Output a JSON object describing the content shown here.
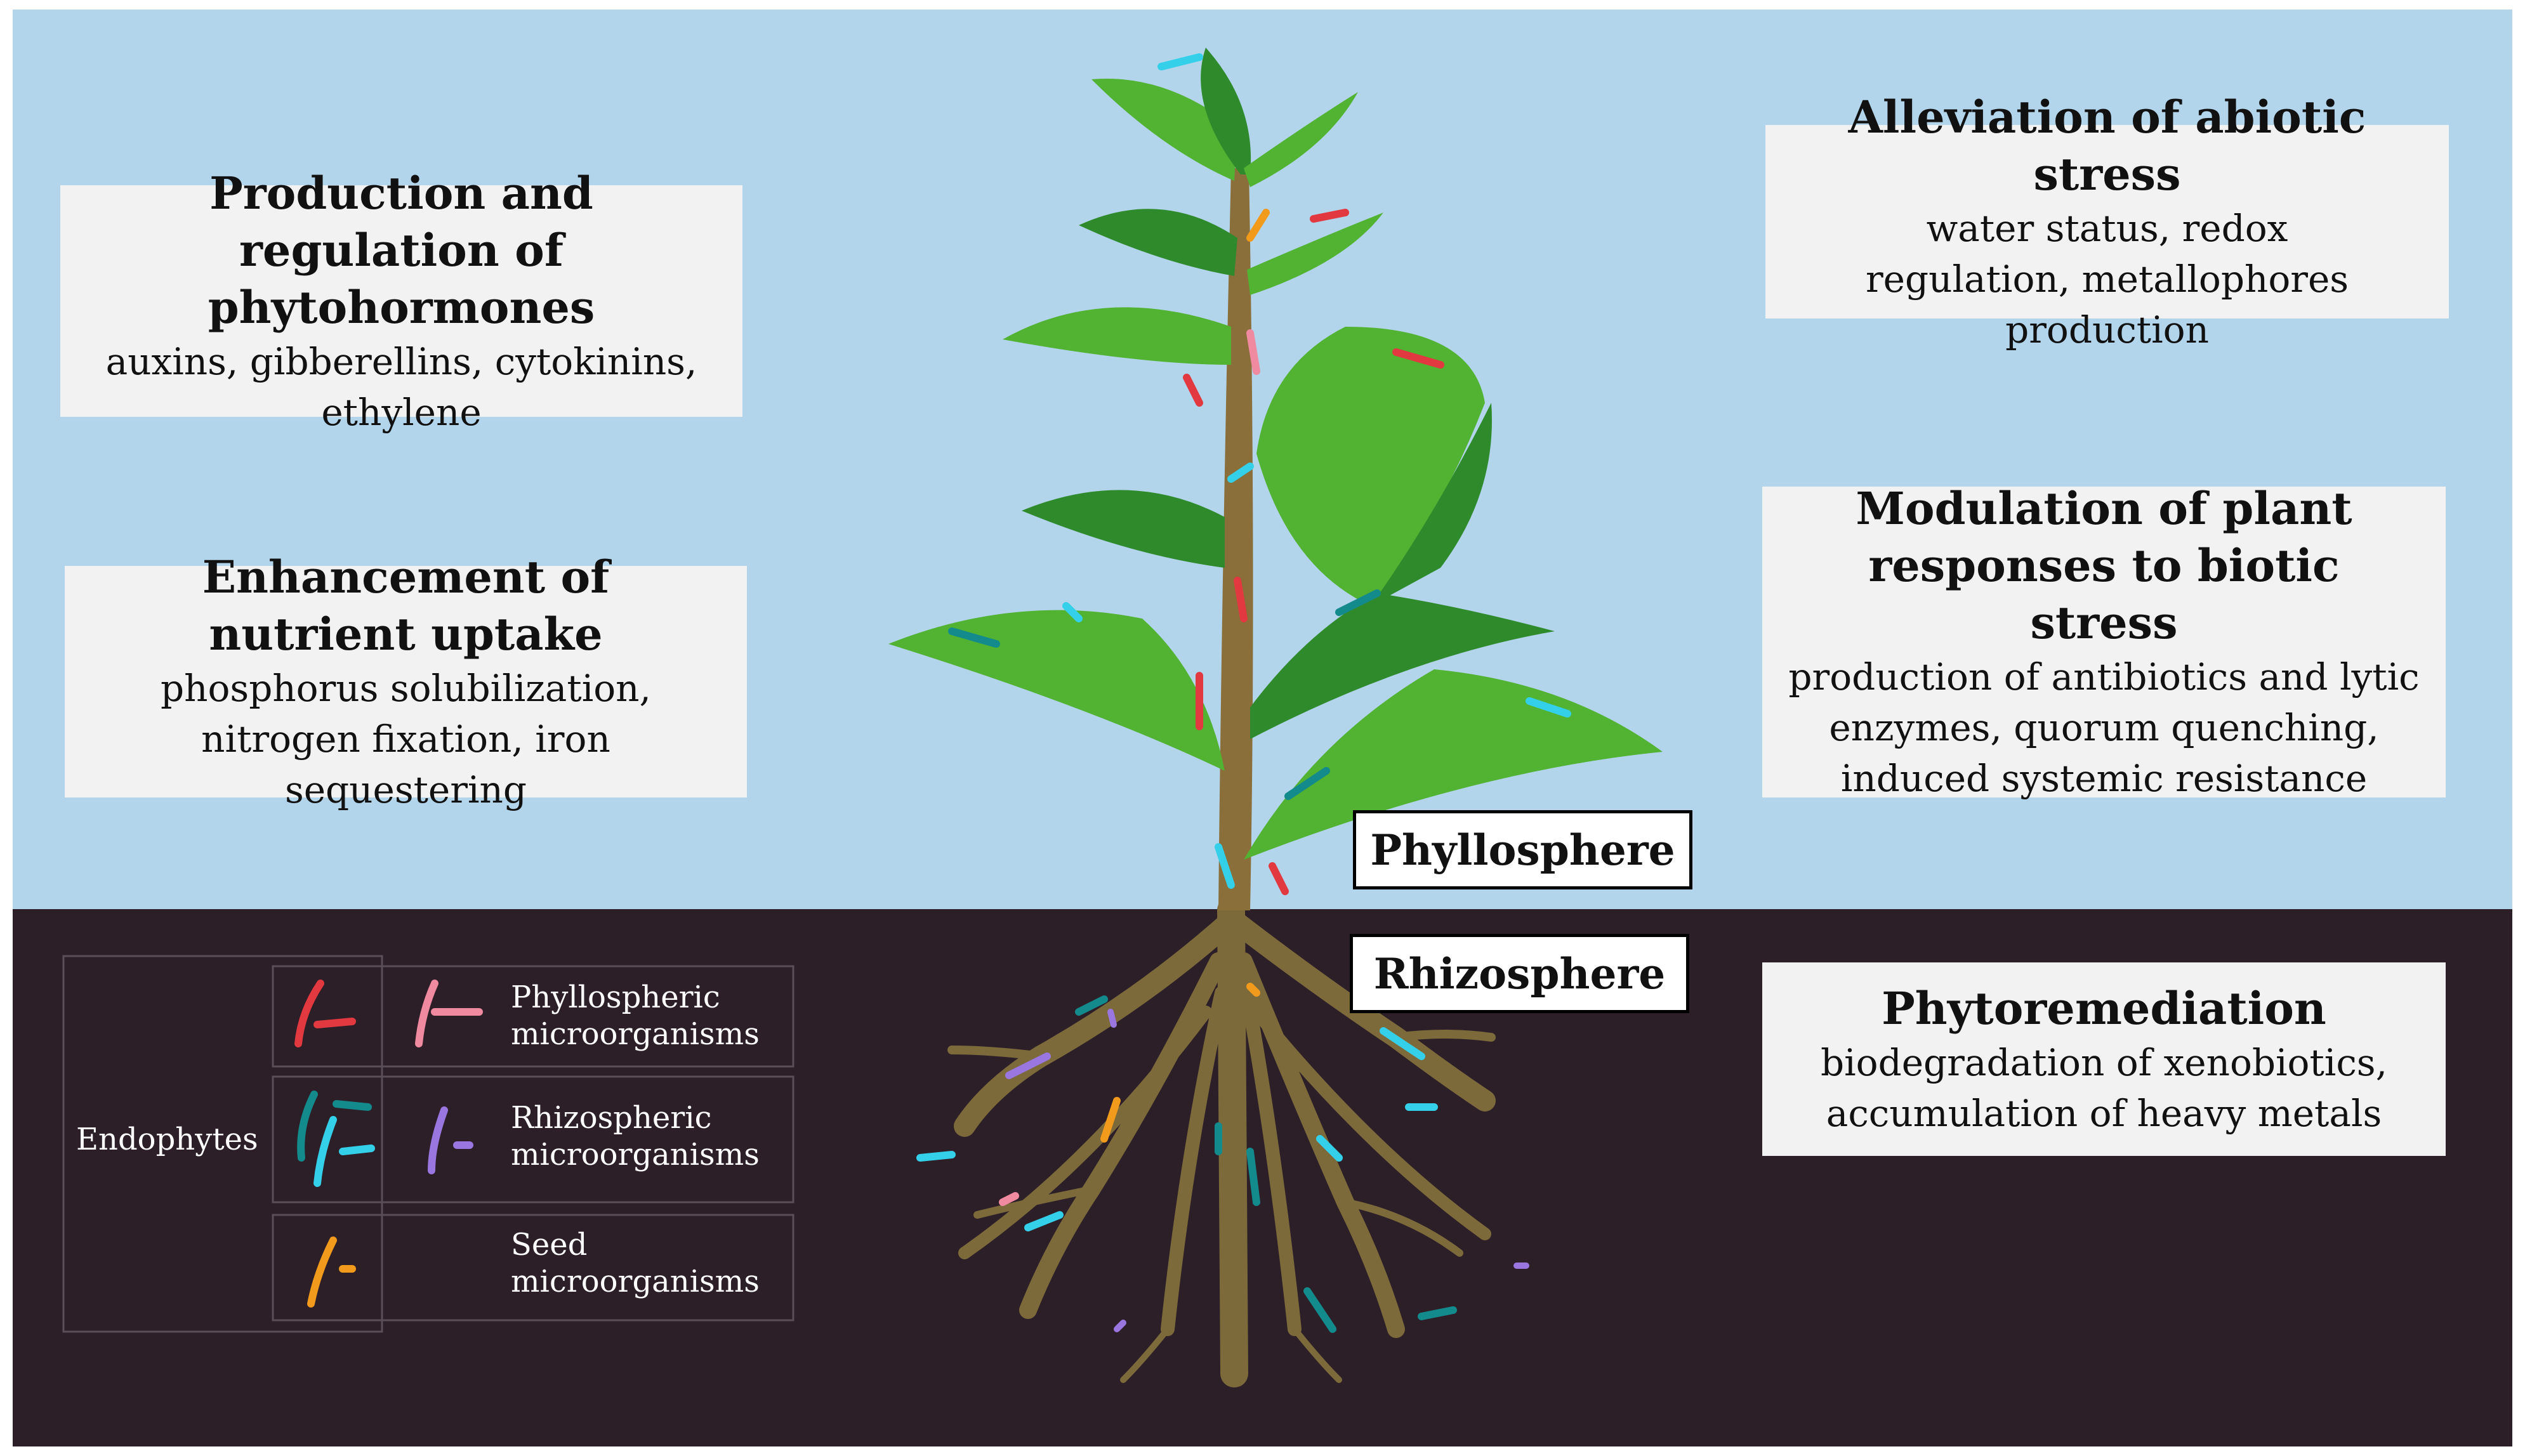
{
  "colors": {
    "sky": "#b2d5ec",
    "soil": "#2c1f28",
    "leaf_light": "#52b232",
    "leaf_dark": "#2f8a2b",
    "stem": "#8a6f3b",
    "root": "#7c6a3b",
    "phyllospheric": "#f08aa0",
    "endophyte_red": "#e2383f",
    "endophyte_teal": "#138a8c",
    "endophyte_cyan": "#34d0ea",
    "rhizospheric": "#9a76e0",
    "seed": "#f29a1c"
  },
  "boxes": {
    "phytohormones": {
      "title": "Production and regulation of phytohormones",
      "text": "auxins, gibberellins, cytokinins, ethylene"
    },
    "nutrient": {
      "title": "Enhancement of nutrient uptake",
      "text": "phosphorus solubilization, nitrogen fixation, iron sequestering"
    },
    "abiotic": {
      "title": "Alleviation of abiotic stress",
      "text": "water status, redox regulation, metallophores production"
    },
    "biotic": {
      "title": "Modulation of plant responses to biotic stress",
      "text": "production of antibiotics and lytic enzymes, quorum quenching, induced systemic resistance"
    },
    "phytoremediation": {
      "title": "Phytoremediation",
      "text": "biodegradation of xenobiotics, accumulation of heavy metals"
    }
  },
  "zones": {
    "phyllosphere": "Phyllosphere",
    "rhizosphere": "Rhizosphere"
  },
  "legend": {
    "group_label": "Endophytes",
    "items": [
      {
        "label": "Phyllospheric\nmicroorganisms",
        "icon": "phyllospheric-microbe-icon"
      },
      {
        "label": "Rhizospheric\nmicroorganisms",
        "icon": "rhizospheric-microbe-icon"
      },
      {
        "label": "Seed\nmicroorganisms",
        "icon": "seed-microbe-icon"
      }
    ]
  }
}
